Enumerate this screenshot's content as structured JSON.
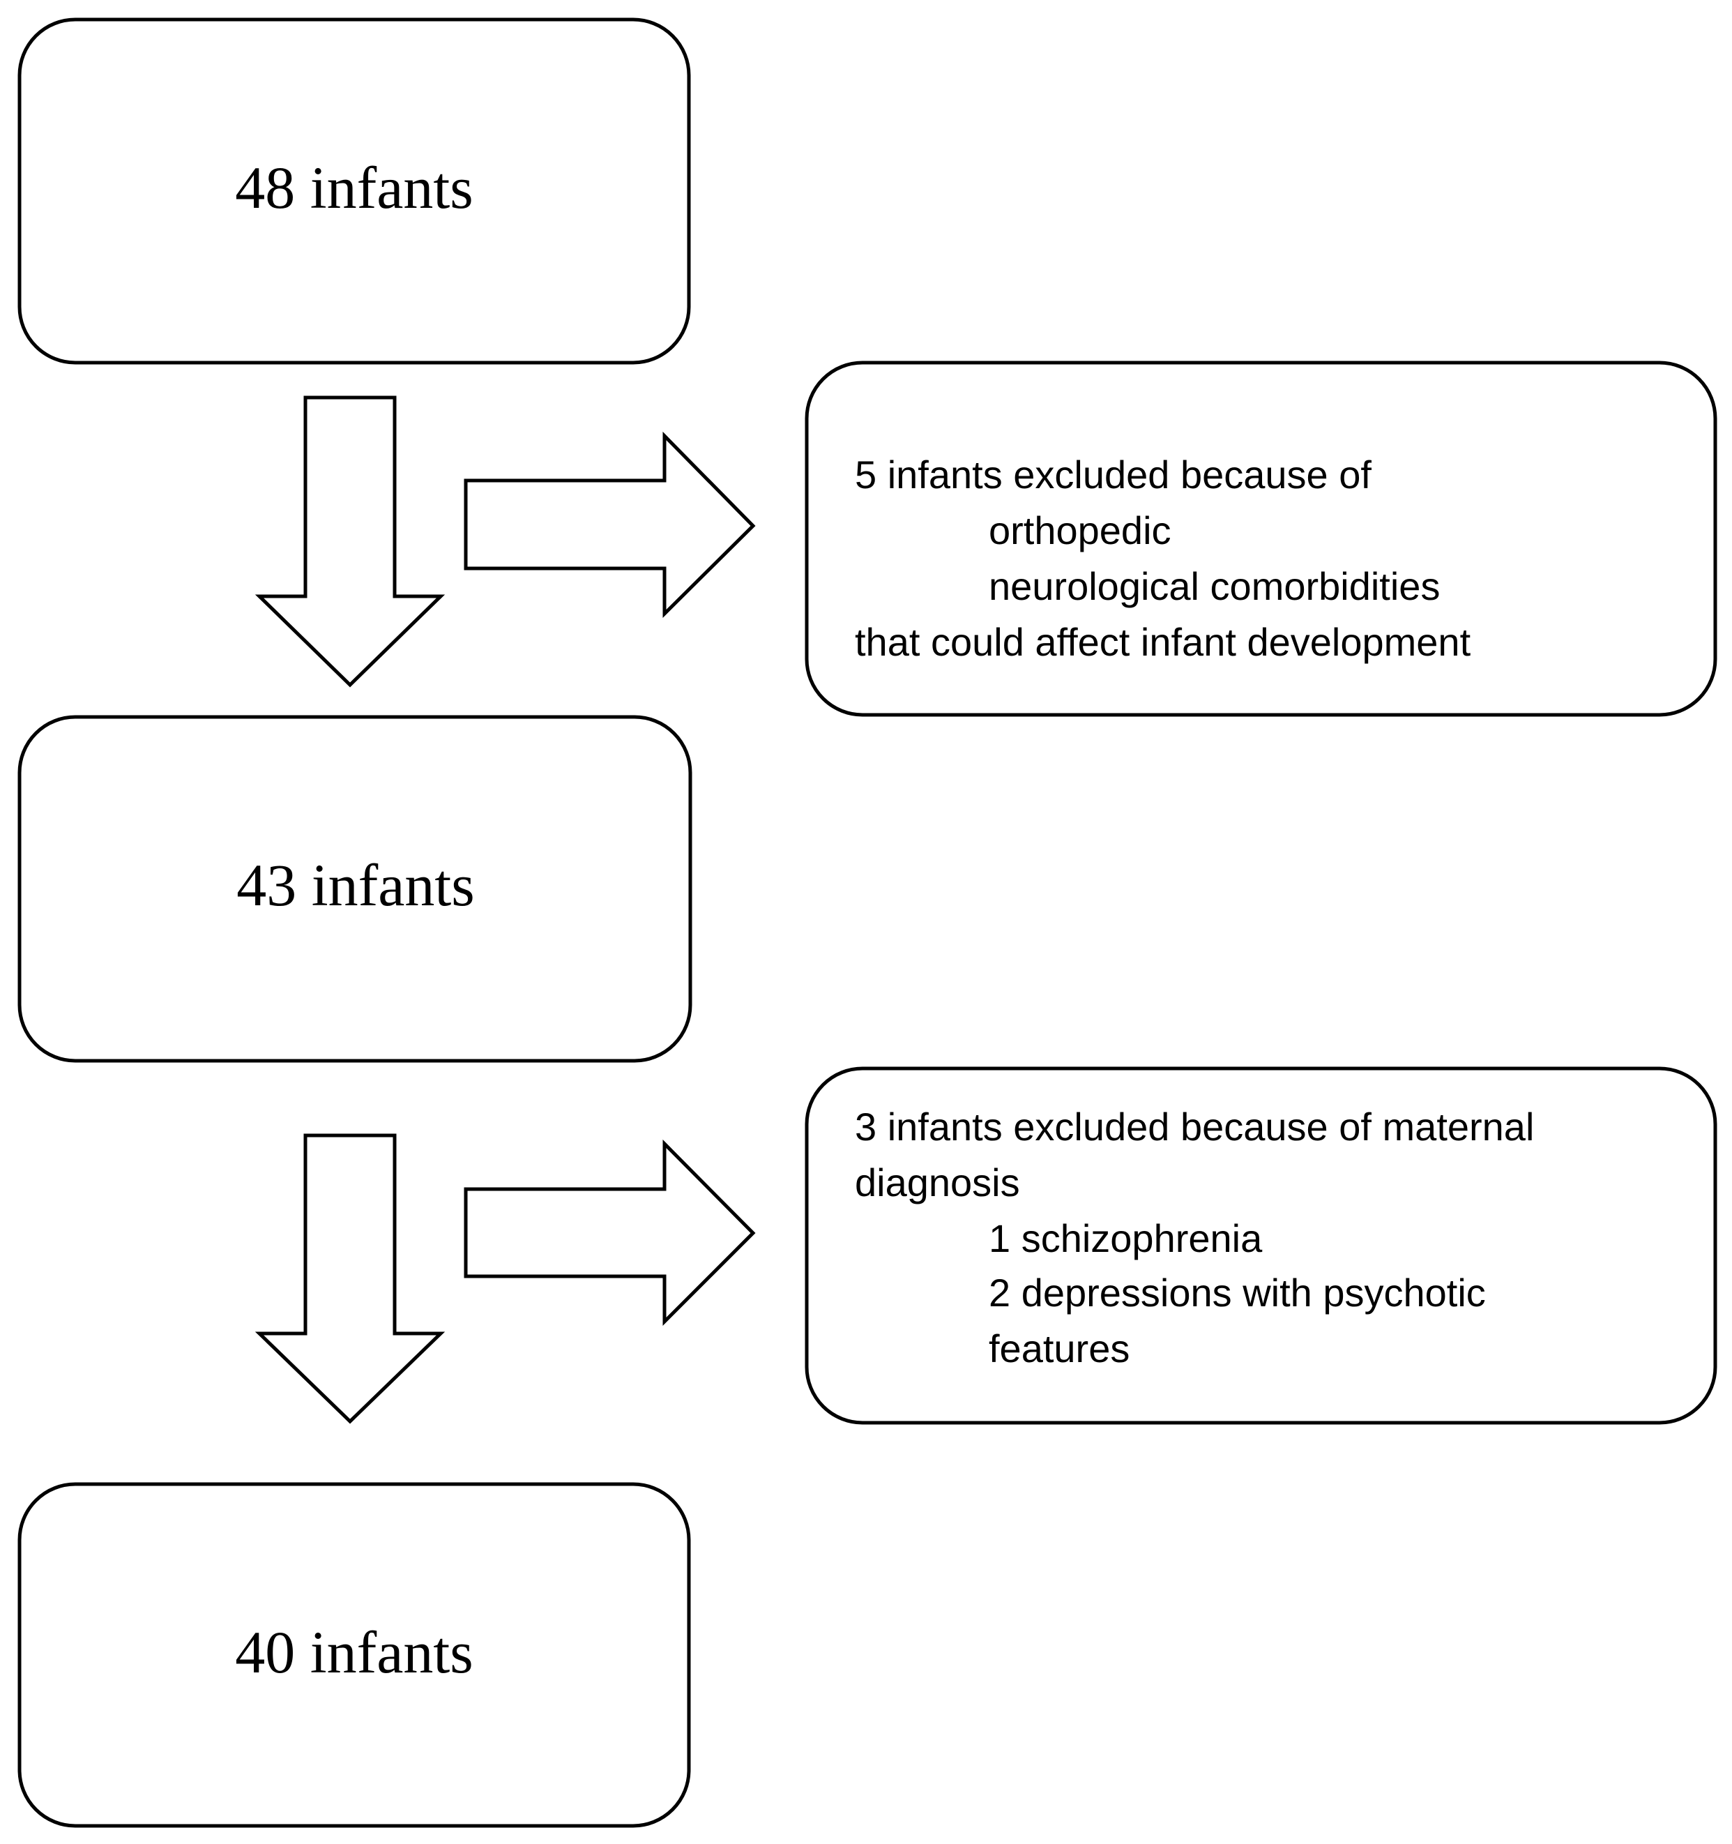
{
  "flow": {
    "box1": {
      "label": "48 infants"
    },
    "box2": {
      "label": "43 infants"
    },
    "box3": {
      "label": "40 infants"
    },
    "exclusion1": {
      "lines": [
        "5 infants excluded because of",
        "orthopedic",
        "neurological comorbidities",
        "that could affect infant development"
      ]
    },
    "exclusion2": {
      "lines": [
        "3 infants excluded because of maternal",
        "diagnosis",
        "1 schizophrenia",
        "2 depressions with psychotic",
        "features"
      ]
    }
  }
}
